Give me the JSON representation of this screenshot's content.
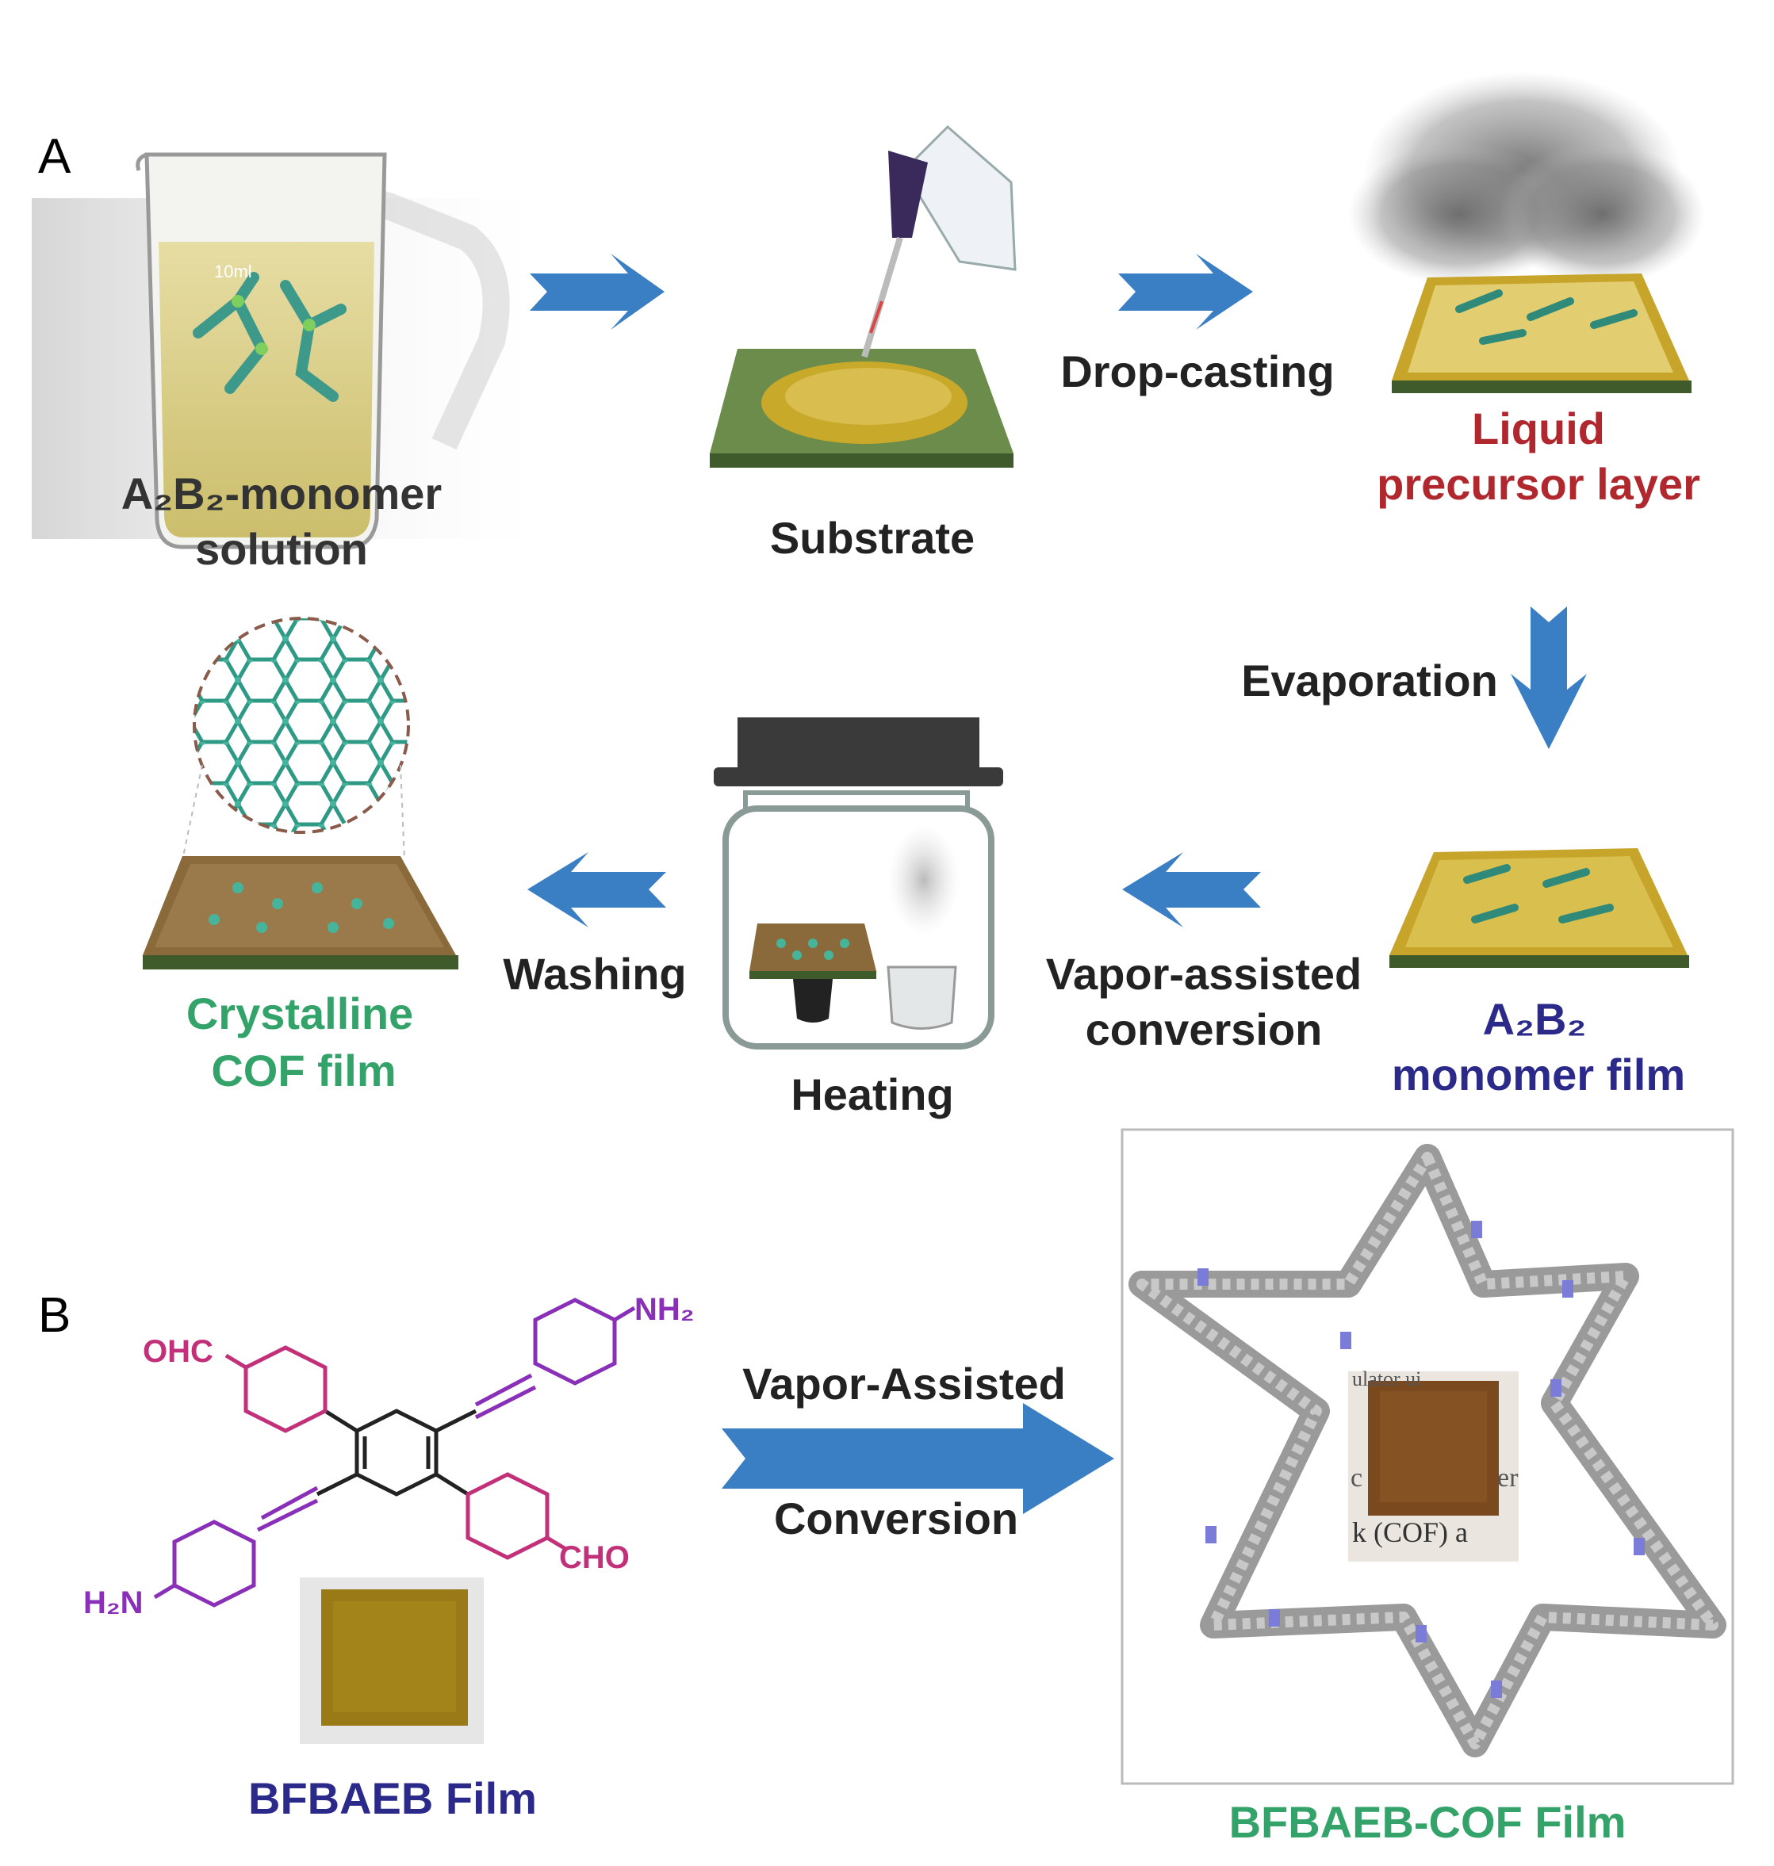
{
  "panel_a": {
    "label": "A",
    "beaker": {
      "line1": "A₂B₂-monomer",
      "line2": "solution",
      "mark": "10ml"
    },
    "substrate": "Substrate",
    "drop_casting": "Drop-casting",
    "liquid_layer": {
      "line1": "Liquid",
      "line2": "precursor layer"
    },
    "evaporation": "Evaporation",
    "monomer_film": {
      "line1": "A₂B₂",
      "line2": "monomer film"
    },
    "vapor_assisted": {
      "line1": "Vapor-assisted",
      "line2": "conversion"
    },
    "heating": "Heating",
    "washing": "Washing",
    "cof_film": {
      "line1": "Crystalline",
      "line2": "COF film"
    }
  },
  "panel_b": {
    "label": "B",
    "molecule": {
      "nh2_top": "NH₂",
      "ohc": "OHC",
      "cho": "CHO",
      "h2n": "H₂N"
    },
    "film_label": "BFBAEB Film",
    "arrow": {
      "line1": "Vapor-Assisted",
      "line2": "Conversion"
    },
    "cof_label": "BFBAEB-COF Film",
    "inset_text": {
      "l1": "ulator ui",
      "l2": "c",
      "l3": "er",
      "l4": "k (COF) a"
    }
  },
  "colors": {
    "arrow": "#3a7ec4",
    "liquid_label": "#b0272d",
    "monomer_label": "#2b2a8a",
    "cof_label": "#33a36a",
    "magenta": "#c2307a",
    "purple": "#8a2fb8"
  }
}
